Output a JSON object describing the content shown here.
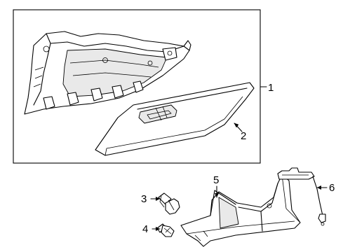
{
  "diagram": {
    "callouts": [
      {
        "id": "1",
        "label": "1"
      },
      {
        "id": "2",
        "label": "2"
      },
      {
        "id": "3",
        "label": "3"
      },
      {
        "id": "4",
        "label": "4"
      },
      {
        "id": "5",
        "label": "5"
      },
      {
        "id": "6",
        "label": "6"
      }
    ],
    "colors": {
      "line": "#000000",
      "background": "#ffffff",
      "shade": "#e9e9e9"
    }
  }
}
